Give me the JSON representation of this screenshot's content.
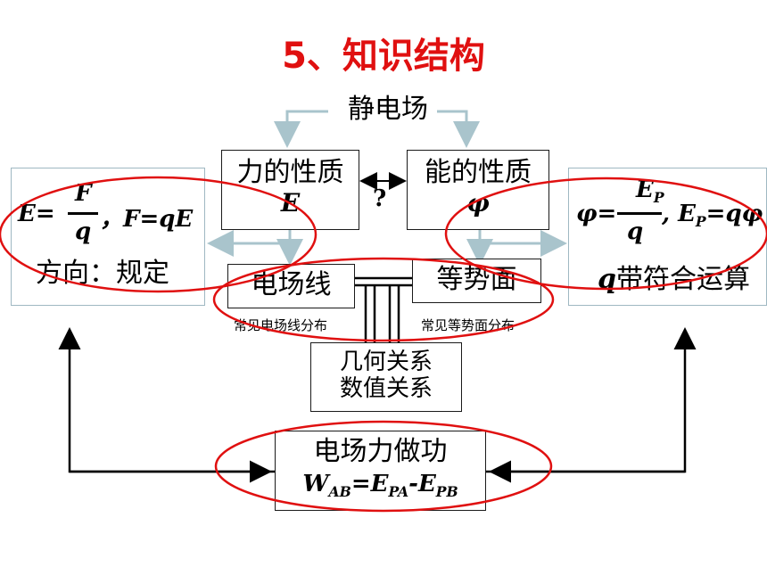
{
  "title": "5、知识结构",
  "top": {
    "label": "静电场"
  },
  "force_box": {
    "line1": "力的性质",
    "line2": "E"
  },
  "energy_box": {
    "line1": "能的性质",
    "line2": "φ"
  },
  "question_mark": "?",
  "left_panel": {
    "eq_lhs": "E=",
    "frac_num": "F",
    "frac_den": "q",
    "eq_rest": "，F=qE",
    "line2": "方向：规定"
  },
  "right_panel": {
    "eq_lhs": "φ=",
    "frac_num": "E",
    "frac_num_sub": "P",
    "frac_den": "q",
    "eq_rest_pre": ",  E",
    "eq_rest_sub": "P",
    "eq_rest_post": "=qφ",
    "line2_q": "q",
    "line2": "带符合运算"
  },
  "field_line_box": {
    "label": "电场线"
  },
  "equipotential_box": {
    "label": "等势面"
  },
  "field_line_caption": "常见电场线分布",
  "equipotential_caption": "常见等势面分布",
  "relation_box": {
    "line1": "几何关系",
    "line2": "数值关系"
  },
  "work_box": {
    "line1": "电场力做功",
    "w": "W",
    "w_sub": "AB",
    "eq": "=",
    "e1": "E",
    "e1_sub": "PA",
    "minus": "-",
    "e2": "E",
    "e2_sub": "PB"
  },
  "colors": {
    "title": "#e01010",
    "ellipse": "#e01010",
    "gray_arrow": "#a9c4cc",
    "line": "#000000"
  }
}
